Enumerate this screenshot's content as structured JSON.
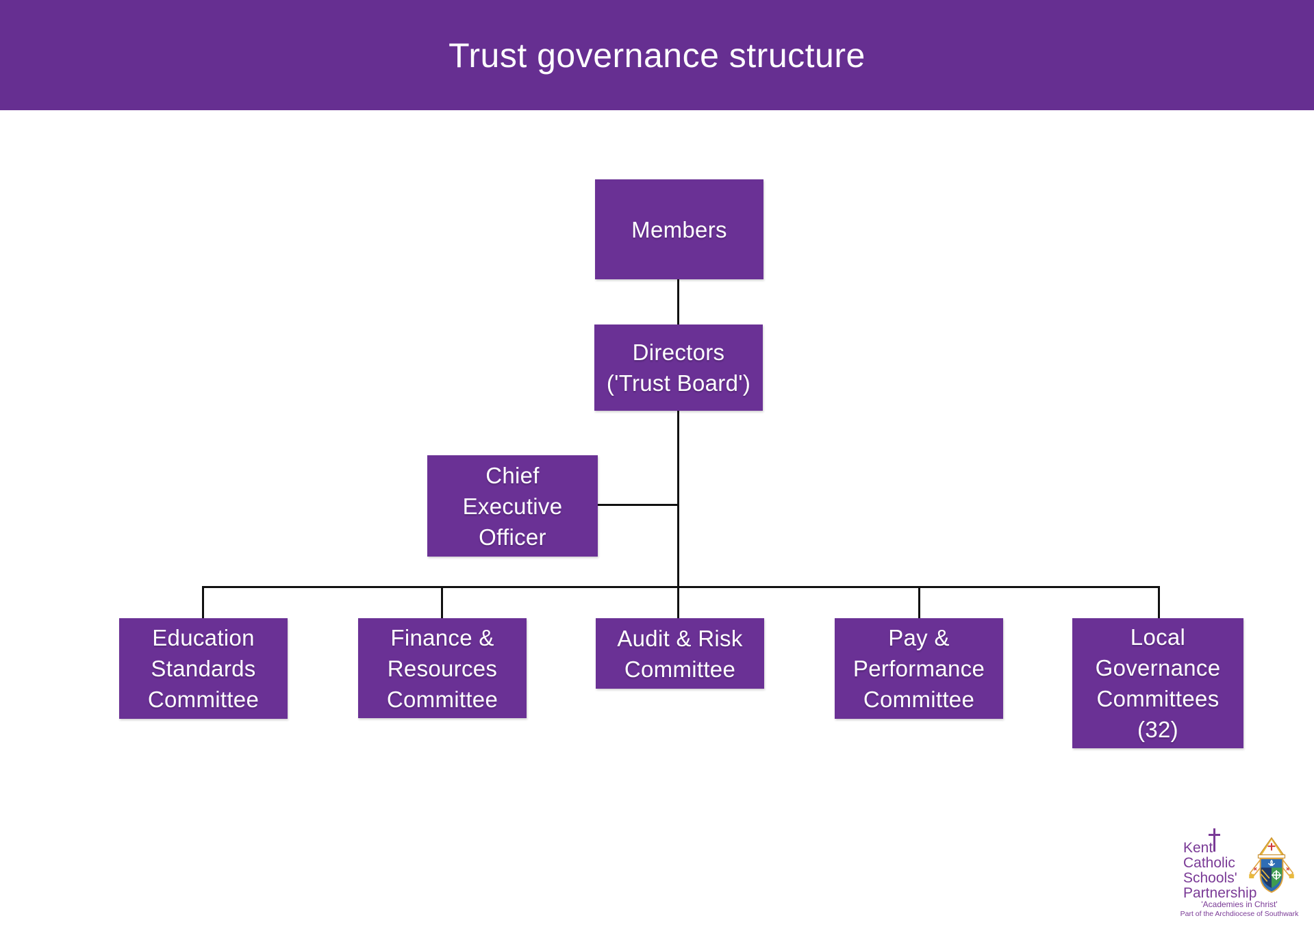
{
  "header": {
    "title": "Trust governance structure"
  },
  "colors": {
    "banner_purple": "#662f91",
    "box_purple": "#6a3195",
    "connector_black": "#111111",
    "logo_purple": "#7a3a96",
    "text_white": "#ffffff"
  },
  "nodes": {
    "members": {
      "lines": [
        "Members"
      ]
    },
    "directors": {
      "lines": [
        "Directors",
        "('Trust Board')"
      ]
    },
    "ceo": {
      "lines": [
        "Chief",
        "Executive",
        "Officer"
      ]
    },
    "education": {
      "lines": [
        "Education",
        "Standards",
        "Committee"
      ]
    },
    "finance": {
      "lines": [
        "Finance &",
        "Resources",
        "Committee"
      ]
    },
    "audit": {
      "lines": [
        "Audit & Risk",
        "Committee"
      ]
    },
    "pay": {
      "lines": [
        "Pay &",
        "Performance",
        "Committee"
      ]
    },
    "local": {
      "lines": [
        "Local",
        "Governance",
        "Committees",
        "(32)"
      ]
    }
  },
  "logo": {
    "name_line1": "Kent",
    "name_line2": "Catholic",
    "name_line3": "Schools'",
    "name_line4": "Partnership",
    "tagline1": "'Academies in Christ'",
    "tagline2": "Part of the Archdiocese of Southwark"
  }
}
